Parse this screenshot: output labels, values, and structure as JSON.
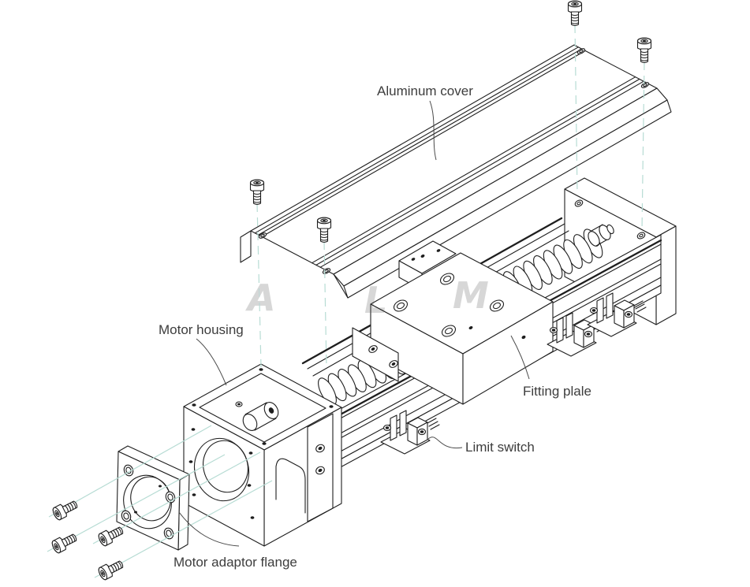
{
  "labels": {
    "aluminum_cover": "Aluminum cover",
    "motor_housing": "Motor housing",
    "fitting_plate": "Fitting plale",
    "limit_switch": "Limit switch",
    "motor_adaptor_flange": "Motor adaptor flange"
  },
  "watermark": {
    "letters": [
      "A",
      "L",
      "M"
    ]
  },
  "colors": {
    "background": "#ffffff",
    "line": "#1e1e1e",
    "label_text": "#3d3d3d",
    "leader_line": "#4a4a4a",
    "assembly_line": "#b7dcd4",
    "watermark": "#d7d7d7"
  }
}
